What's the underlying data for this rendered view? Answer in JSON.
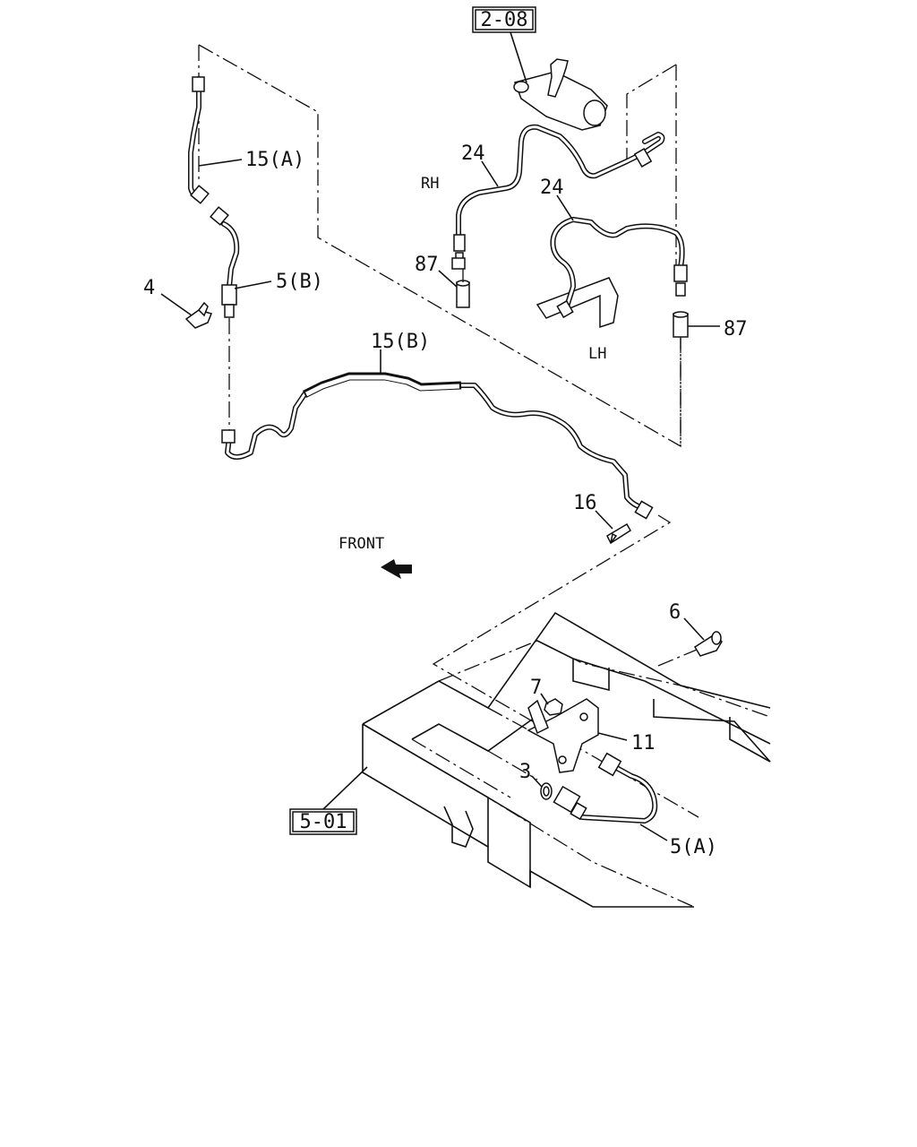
{
  "diagram": {
    "ref_labels": [
      "2-08",
      "5-01"
    ],
    "part_labels": {
      "p15a": "15(A)",
      "p5b": "5(B)",
      "p4": "4",
      "p15b": "15(B)",
      "p24_rh": "24",
      "p24_lh": "24",
      "p87_rh": "87",
      "p87_lh": "87",
      "p16": "16",
      "p6": "6",
      "p7": "7",
      "p11": "11",
      "p3": "3",
      "p5a": "5(A)"
    },
    "side_labels": {
      "rh": "RH",
      "lh": "LH"
    },
    "direction": {
      "front": "FRONT"
    }
  }
}
